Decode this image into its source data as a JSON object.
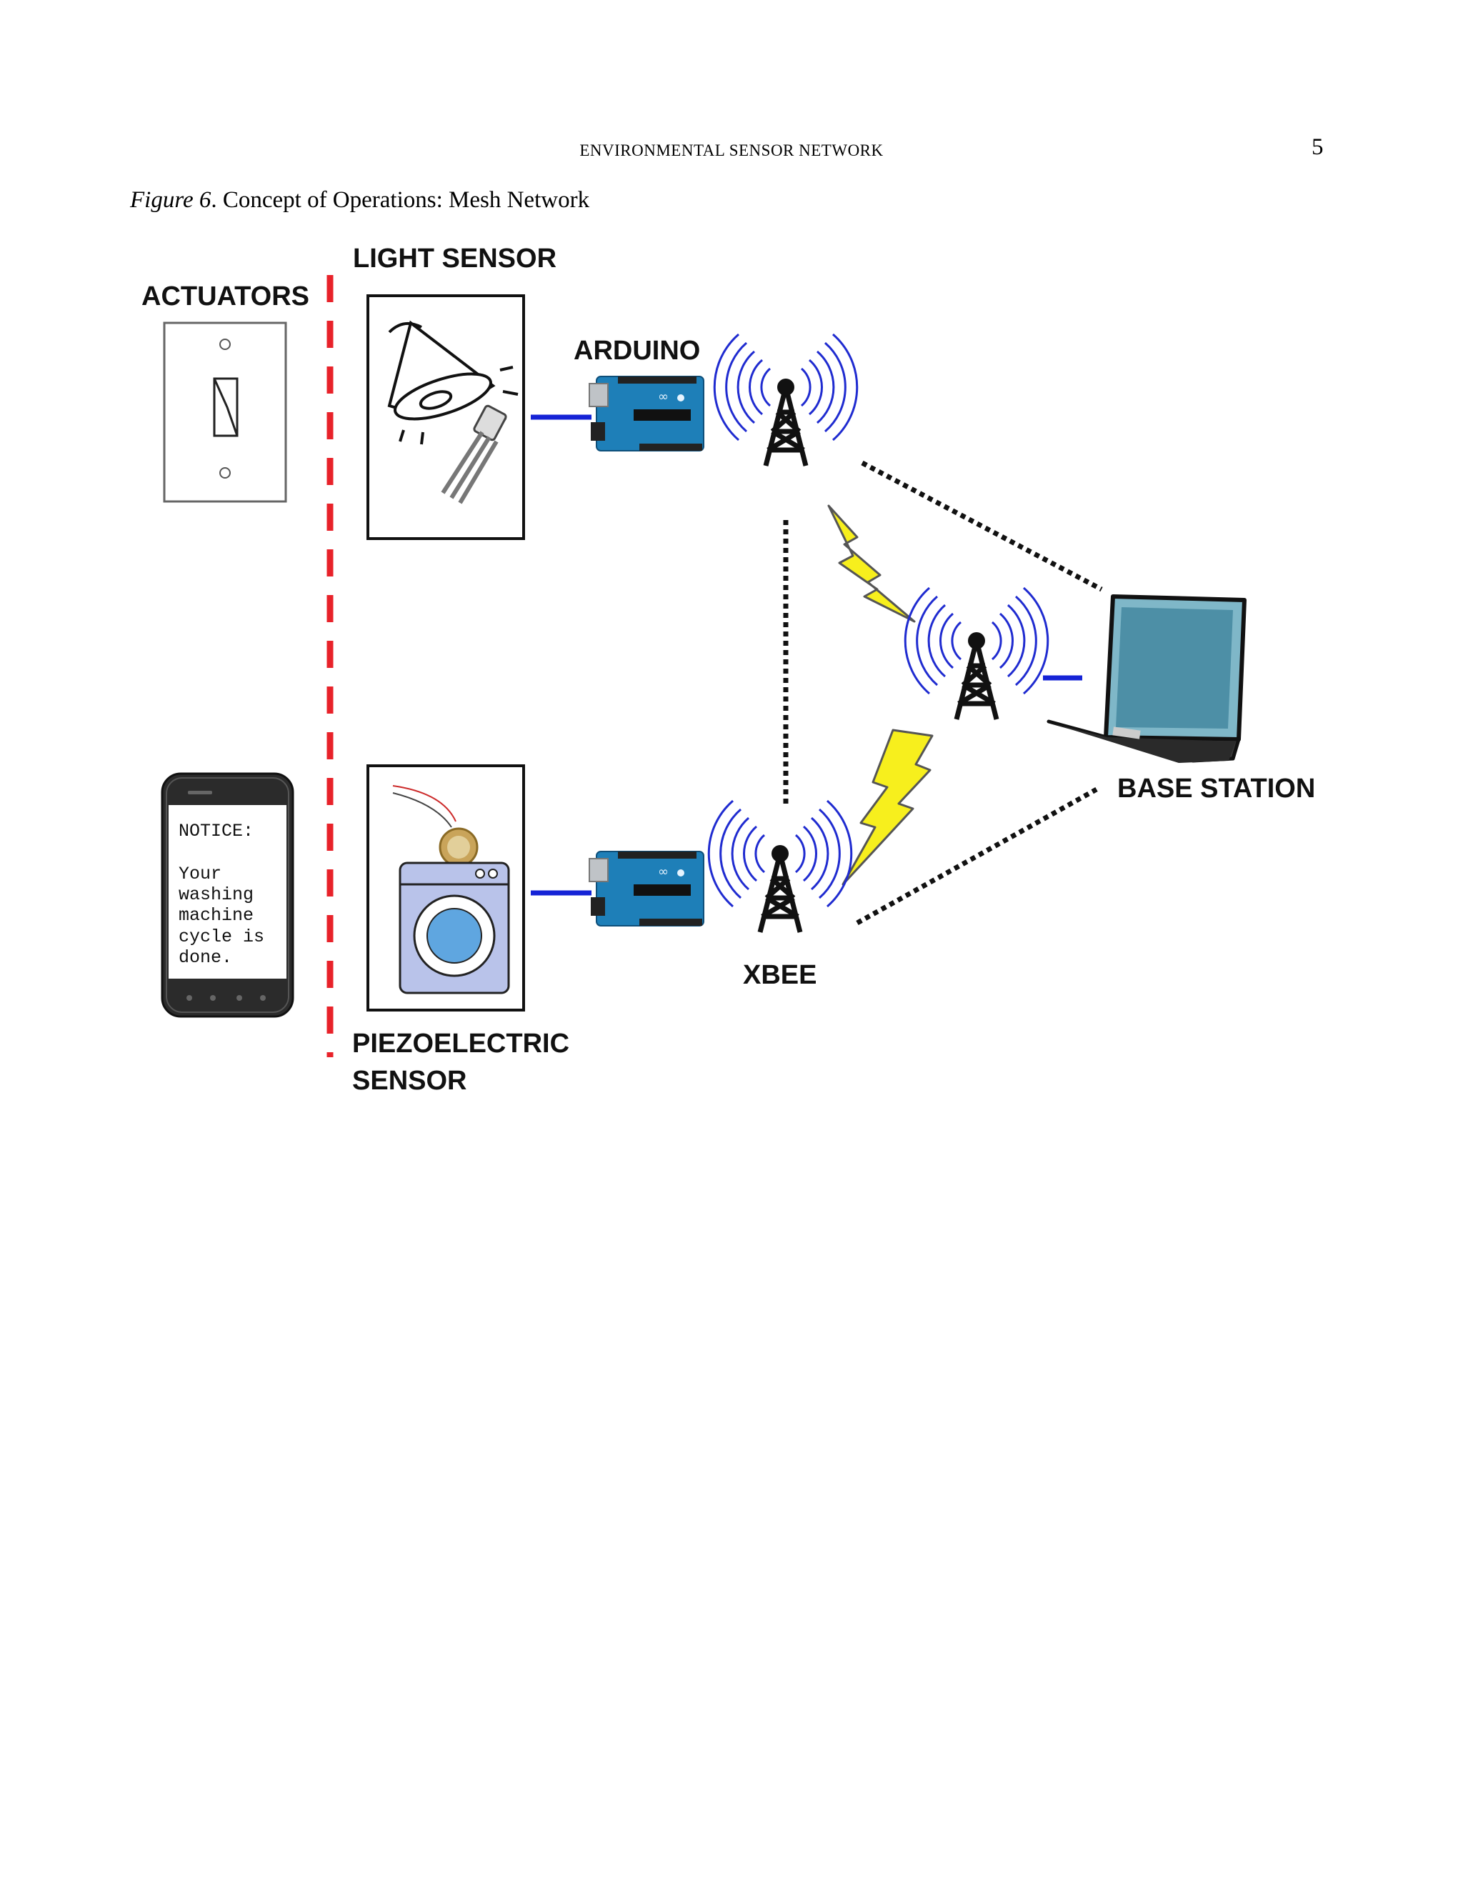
{
  "header": {
    "running_title": "ENVIRONMENTAL SENSOR NETWORK",
    "page_number": "5"
  },
  "figure": {
    "caption_label": "Figure 6",
    "caption_text": ". Concept of Operations: Mesh Network",
    "labels": {
      "actuators": "ACTUATORS",
      "light_sensor": "LIGHT SENSOR",
      "arduino": "ARDUINO",
      "base_station": "BASE STATION",
      "xbee": "XBEE",
      "piezo_line1": "PIEZOELECTRIC",
      "piezo_line2": "SENSOR"
    },
    "phone_notice": {
      "line1": "NOTICE:",
      "line2": "Your",
      "line3": "washing",
      "line4": "machine",
      "line5": "cycle is",
      "line6": "done."
    },
    "colors": {
      "divider": "#e8222a",
      "wired_link": "#1523d6",
      "radio_waves": "#1f2bd0",
      "lightning": "#f7ef1d",
      "arduino_board": "#1e7fb8"
    }
  }
}
